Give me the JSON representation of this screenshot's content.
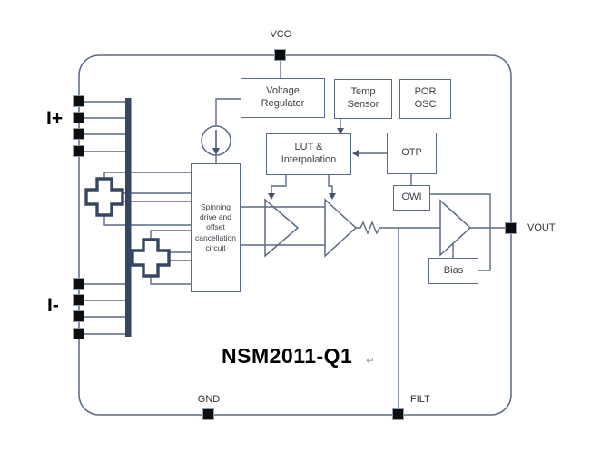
{
  "title": {
    "text": "NSM2011-Q1",
    "return_mark": "↵"
  },
  "pins": {
    "vcc": "VCC",
    "gnd": "GND",
    "filt": "FILT",
    "vout": "VOUT",
    "i_plus": "I+",
    "i_minus": "I-"
  },
  "blocks": {
    "voltage_regulator": "Voltage Regulator",
    "temp_sensor": "Temp Sensor",
    "por_osc": "POR OSC",
    "lut_interpolation": "LUT & Interpolation",
    "otp": "OTP",
    "owi": "OWI",
    "bias": "Bias",
    "spinning": "Spinning drive and offset cancellation circuit"
  },
  "colors": {
    "line": "#5b6b84",
    "dark_element": "#35465e",
    "pin_fill": "#0e0e0e",
    "block_text": "#3a3f46",
    "title_text": "#000000"
  }
}
